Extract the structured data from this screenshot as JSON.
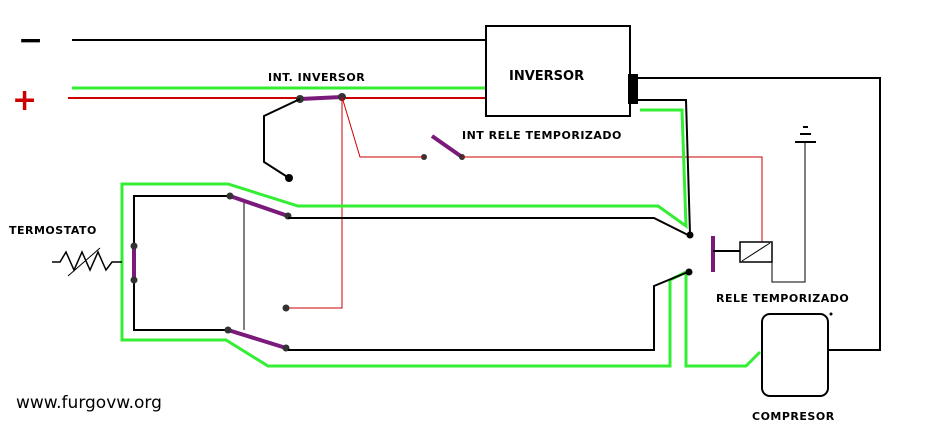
{
  "labels": {
    "minus": "−",
    "plus": "+",
    "inversor": "INVERSOR",
    "int_inversor": "INT. INVERSOR",
    "int_rele": "INT RELE TEMPORIZADO",
    "termostato": "TERMOSTATO",
    "rele": "RELE TEMPORIZADO",
    "compresor": "COMPRESOR",
    "website": "www.furgovw.org"
  },
  "colors": {
    "black_wire": "#000000",
    "green_wire": "#33ee33",
    "red_wire": "#cc0000",
    "switch_lever": "#7a1a7a",
    "minus_sign": "#000000",
    "plus_sign": "#cc0000"
  }
}
